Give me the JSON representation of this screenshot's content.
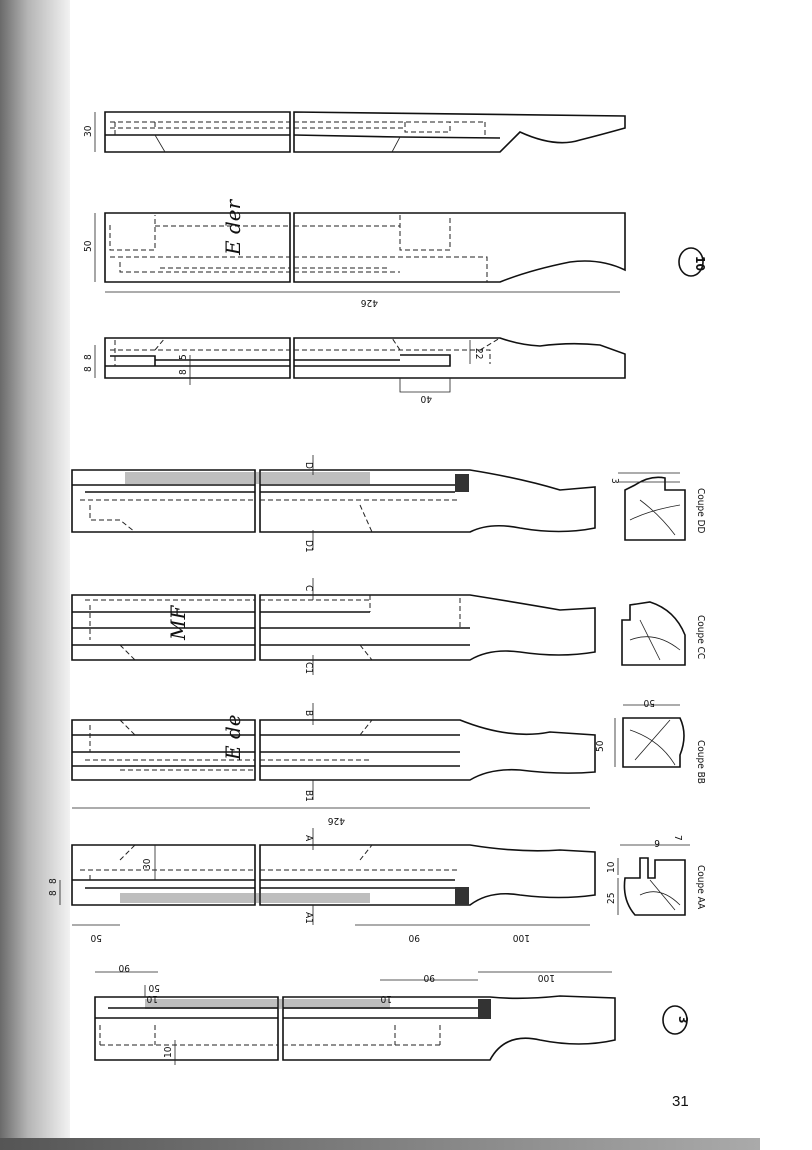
{
  "page_number": "31",
  "group_10": {
    "badge": "10",
    "top_view": {
      "height_dim": "30"
    },
    "side_view": {
      "height_dim": "50",
      "length_dim": "426",
      "mark": "E der"
    },
    "bottom_view": {
      "dim_a": "8",
      "dim_b": "8",
      "dim_c": "5",
      "dim_d": "8",
      "dim_e": "22",
      "dim_f": "40"
    }
  },
  "group_3": {
    "badge": "3",
    "section_d": {
      "cut_top": "D",
      "cut_bottom": "D1",
      "label": "Coupe DD",
      "dim": "3"
    },
    "section_c": {
      "cut_top": "C",
      "cut_bottom": "C1",
      "label": "Coupe CC",
      "mark": "MF"
    },
    "section_b": {
      "cut_top": "B",
      "cut_bottom": "B1",
      "label": "Coupe BB",
      "length_dim": "426",
      "mark": "E de",
      "dim_w": "50",
      "dim_h": "50"
    },
    "section_a": {
      "cut_top": "A",
      "cut_bottom": "A1",
      "label": "Coupe AA",
      "dim_30": "30",
      "dim_8a": "8",
      "dim_8b": "8",
      "dim_50": "50",
      "dim_90": "90",
      "dim_100": "100",
      "dim_6": "6",
      "dim_7": "7",
      "dim_10": "10",
      "dim_25": "25"
    },
    "bottom_bar": {
      "dim_90_left": "90",
      "dim_50": "50",
      "dim_10a": "10",
      "dim_10b": "10",
      "dim_10c": "10",
      "dim_90_right": "90",
      "dim_100": "100"
    }
  }
}
